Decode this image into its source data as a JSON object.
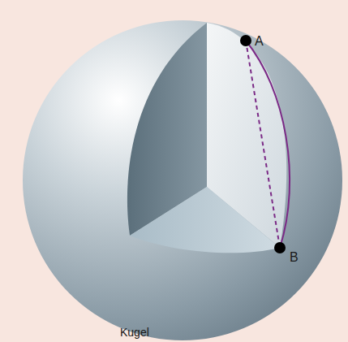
{
  "diagram": {
    "labels": [
      "A",
      "B",
      "Kugel"
    ]
  }
}
